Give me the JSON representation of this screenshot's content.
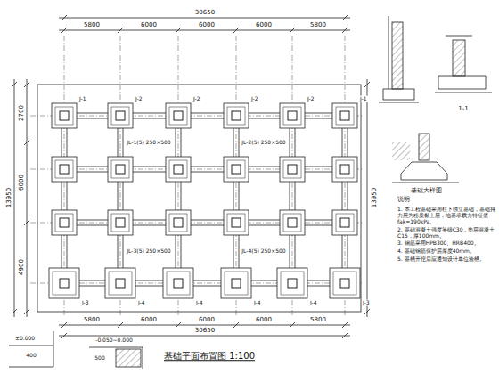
{
  "diagram": {
    "title": "基础平面布置图 1:100",
    "labels": [
      "30650",
      "5800",
      "6000",
      "6000",
      "6000",
      "5800",
      "5800",
      "6000",
      "6000",
      "6000",
      "5800",
      "30650",
      "13950",
      "2700",
      "6000",
      "4900",
      "13950",
      "J-1",
      "J-2",
      "J-2",
      "J-2",
      "J-2",
      "J-1",
      "J-3",
      "J-4",
      "J-4",
      "J-4",
      "J-4",
      "J-3",
      "JL-1(5) 250×500",
      "JL-2(5) 250×500",
      "JL-3(5) 250×500",
      "JL-4(5) 250×500",
      "说明",
      "1. 本工程基础采用柱下独立基础，基础持力层为粉质黏土层，地基承载力特征值fak=190kPa。",
      "2. 基础混凝土强度等级C30，垫层混凝土C15，厚100mm。",
      "3. 钢筋采用HPB300、HRB400。",
      "4. 基础钢筋保护层厚度40mm。",
      "5. 基槽开挖后应通知设计单位验槽。",
      "1-1",
      "基础大样图",
      "±0.000",
      "400",
      "-0.050~0.000",
      "500"
    ]
  }
}
